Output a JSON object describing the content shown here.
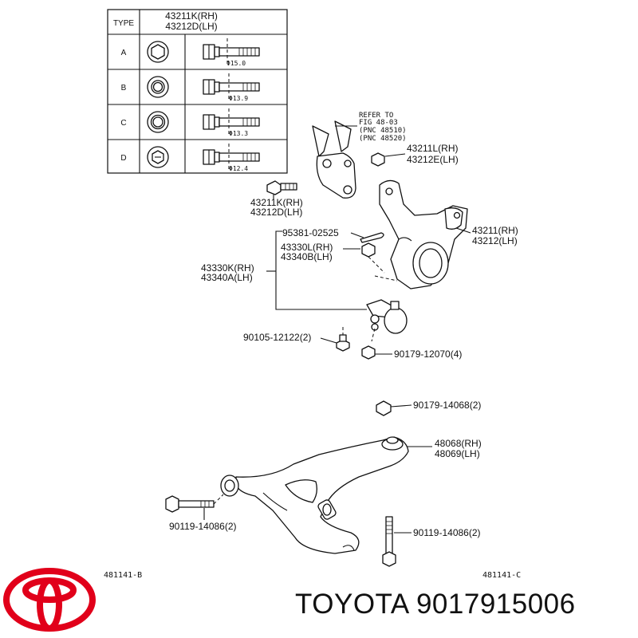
{
  "table": {
    "header_type": "TYPE",
    "header_part_rh": "43211K(RH)",
    "header_part_lh": "43212D(LH)",
    "rows": [
      {
        "type": "A",
        "diameter": "Φ15.0"
      },
      {
        "type": "B",
        "diameter": "Φ13.9"
      },
      {
        "type": "C",
        "diameter": "Φ13.3"
      },
      {
        "type": "D",
        "diameter": "Φ12.4"
      }
    ]
  },
  "refer": {
    "line1": "REFER TO",
    "line2": "FIG  48-03",
    "line3": "(PNC  48510)",
    "line4": "(PNC  48520)"
  },
  "labels": {
    "p43211L": "43211L(RH)",
    "p43212E": "43212E(LH)",
    "p43211K": "43211K(RH)",
    "p43212D": "43212D(LH)",
    "p43211": "43211(RH)",
    "p43212": "43212(LH)",
    "p95381": "95381-02525",
    "p43330L": "43330L(RH)",
    "p43340B": "43340B(LH)",
    "p43330K": "43330K(RH)",
    "p43340A": "43340A(LH)",
    "p90105": "90105-12122(2)",
    "p90179_12070": "90179-12070(4)",
    "p90179_14068": "90179-14068(2)",
    "p48068": "48068(RH)",
    "p48069": "48069(LH)",
    "p90119_left": "90119-14086(2)",
    "p90119_right": "90119-14086(2)",
    "code_b": "481141-B",
    "code_c": "481141-C"
  },
  "brand": {
    "text": "TOYOTA 9017915006",
    "logo_icon": "toyota-logo",
    "logo_color": "#e1001a"
  }
}
